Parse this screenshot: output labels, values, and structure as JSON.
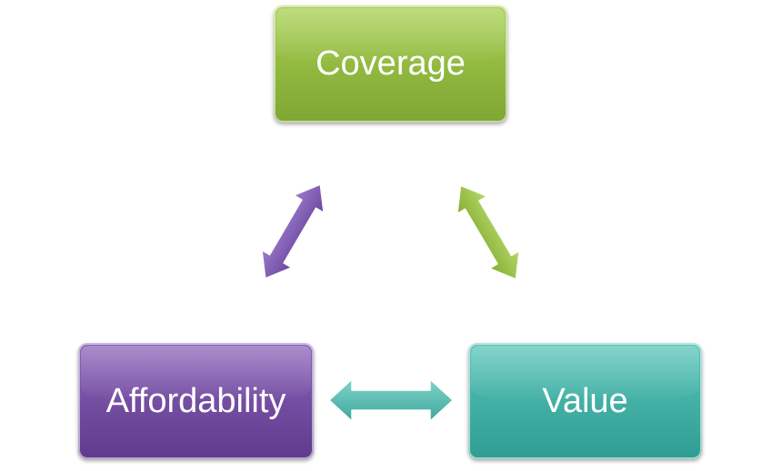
{
  "nodes": {
    "coverage": {
      "label": "Coverage",
      "color_top": "#a7cf4f",
      "color_bottom": "#7ea633"
    },
    "affordability": {
      "label": "Affordability",
      "color_top": "#8a62b8",
      "color_bottom": "#5f3a8c"
    },
    "value": {
      "label": "Value",
      "color_top": "#57c3b7",
      "color_bottom": "#2f9d93"
    }
  },
  "arrows": {
    "affordability_coverage": {
      "color_light": "#9b7cc9",
      "color_dark": "#6a46a0"
    },
    "coverage_value": {
      "color_light": "#b6d865",
      "color_dark": "#86ad36"
    },
    "affordability_value": {
      "color_light": "#7fd3c9",
      "color_dark": "#3fa89c"
    }
  }
}
